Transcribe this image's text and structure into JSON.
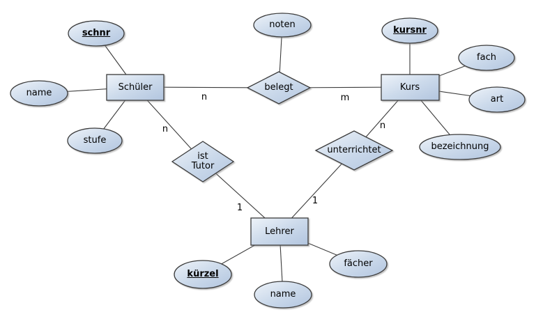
{
  "diagram": {
    "kind": "entity-relationship-diagram",
    "language": "de",
    "palette": {
      "background": "#ffffff",
      "node_fill_light": "#e9eff8",
      "node_fill_dark": "#b2c5df",
      "node_border": "#3b3b3b",
      "edge_color": "#3b3b3b",
      "text_color": "#000000"
    },
    "entities": [
      {
        "label": "Schüler"
      },
      {
        "label": "Kurs"
      },
      {
        "label": "Lehrer"
      }
    ],
    "relationships": [
      {
        "label": "belegt",
        "between": [
          "Schüler",
          "Kurs"
        ],
        "attribute": "noten"
      },
      {
        "label": "ist\nTutor",
        "between": [
          "Schüler",
          "Lehrer"
        ]
      },
      {
        "label": "unterrichtet",
        "between": [
          "Kurs",
          "Lehrer"
        ]
      }
    ],
    "attributes": [
      {
        "label": "schnr",
        "key": true,
        "of": "Schüler"
      },
      {
        "label": "name",
        "key": false,
        "of": "Schüler"
      },
      {
        "label": "stufe",
        "key": false,
        "of": "Schüler"
      },
      {
        "label": "noten",
        "key": false,
        "of": "belegt"
      },
      {
        "label": "kursnr",
        "key": true,
        "of": "Kurs"
      },
      {
        "label": "fach",
        "key": false,
        "of": "Kurs"
      },
      {
        "label": "art",
        "key": false,
        "of": "Kurs"
      },
      {
        "label": "bezeichnung",
        "key": false,
        "of": "Kurs"
      },
      {
        "label": "kürzel",
        "key": true,
        "of": "Lehrer"
      },
      {
        "label": "name",
        "key": false,
        "of": "Lehrer"
      },
      {
        "label": "fächer",
        "key": false,
        "of": "Lehrer"
      }
    ],
    "cardinalities": [
      {
        "label": "n",
        "edge": "Schüler–belegt"
      },
      {
        "label": "m",
        "edge": "Kurs–belegt"
      },
      {
        "label": "n",
        "edge": "Schüler–ist Tutor"
      },
      {
        "label": "n",
        "edge": "Kurs–unterrichtet"
      },
      {
        "label": "1",
        "edge": "Lehrer–ist Tutor"
      },
      {
        "label": "1",
        "edge": "Lehrer–unterrichtet"
      }
    ]
  }
}
